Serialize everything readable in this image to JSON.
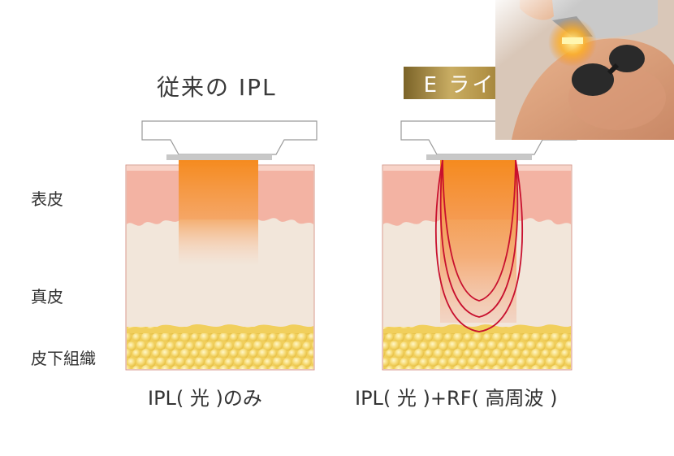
{
  "titles": {
    "left": "従来の IPL",
    "right": "E ライト"
  },
  "layers": {
    "epidermis": "表皮",
    "dermis": "真皮",
    "subcutis": "皮下組織"
  },
  "captions": {
    "left": "IPL( 光 )のみ",
    "right": "IPL( 光 )+RF( 高周波 )"
  },
  "colors": {
    "epidermis": "#f3b3a3",
    "dermis": "#f2e6da",
    "fat": "#f4d66a",
    "light": "#f58a1e",
    "rf_arc": "#c8102e",
    "gold": "#b39346"
  },
  "photo": {
    "name": "ipl-treatment-photo"
  }
}
